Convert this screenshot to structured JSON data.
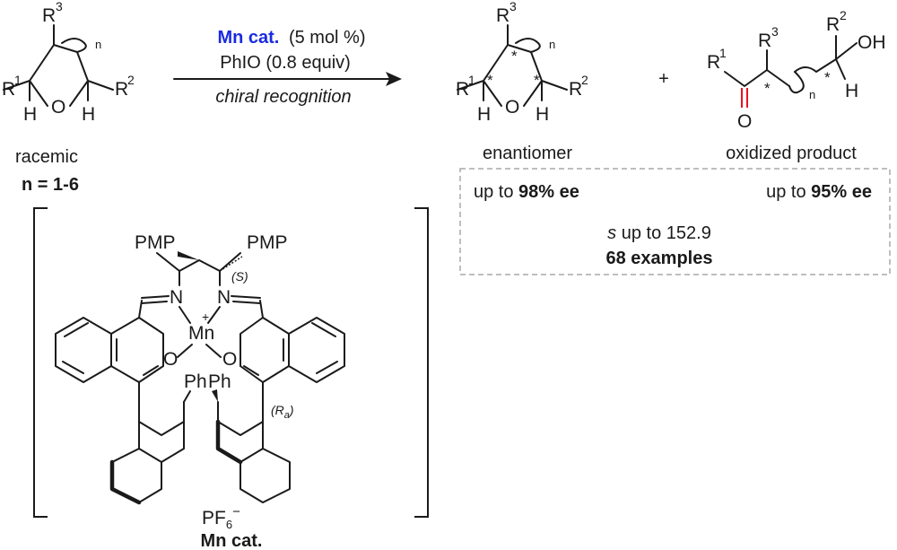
{
  "reaction": {
    "catalyst_label": "Mn cat.",
    "catalyst_loading": "(5 mol %)",
    "oxidant": "PhIO (0.8 equiv)",
    "condition_note": "chiral recognition",
    "plus": "+"
  },
  "substrate": {
    "r1": "R",
    "r1_sup": "1",
    "r2": "R",
    "r2_sup": "2",
    "r3": "R",
    "r3_sup": "3",
    "o": "O",
    "h_left": "H",
    "h_right": "H",
    "n": "n",
    "caption": "racemic",
    "n_range": "n = 1-6"
  },
  "product_ether": {
    "caption": "enantiomer",
    "star": "*"
  },
  "product_oxidized": {
    "caption": "oxidized product",
    "oh": "OH",
    "o": "O",
    "h": "H"
  },
  "results": {
    "ee_left_prefix": "up to ",
    "ee_left_value": "98% ee",
    "ee_right_prefix": "up to ",
    "ee_right_value": "95% ee",
    "s_symbol": "s",
    "s_text": " up to 152.9",
    "examples": "68 examples"
  },
  "catalyst": {
    "pmp_left": "PMP",
    "pmp_right": "PMP",
    "stereo_s": "(S)",
    "stereo_ra_open": "(",
    "stereo_ra": "R",
    "stereo_ra_sub": "a",
    "stereo_ra_close": ")",
    "n_left": "N",
    "n_right": "N",
    "mn": "Mn",
    "plus": "+",
    "o_left": "O",
    "o_right": "O",
    "ph_left": "Ph",
    "ph_right": "Ph",
    "counterion": "PF",
    "counterion_sub": "6",
    "counterion_sup": "−",
    "label": "Mn cat."
  },
  "colors": {
    "blue": "#1a2be0",
    "red": "#e8141c",
    "box_border": "#a8a8a8"
  }
}
